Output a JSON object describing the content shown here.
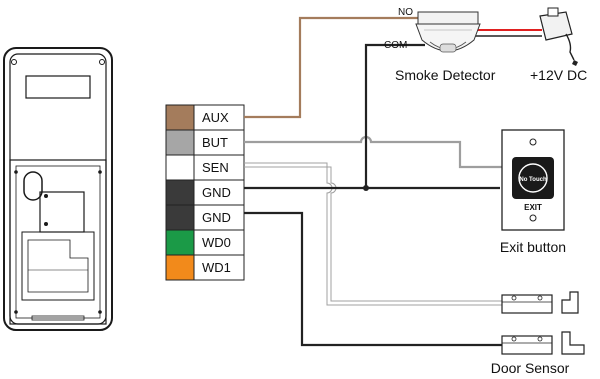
{
  "terminal_block": {
    "terminals": [
      {
        "label": "AUX",
        "color": "#a47c5c"
      },
      {
        "label": "BUT",
        "color": "#a6a6a6"
      },
      {
        "label": "SEN",
        "color": "#ffffff"
      },
      {
        "label": "GND",
        "color": "#3a3a3a"
      },
      {
        "label": "GND",
        "color": "#3a3a3a"
      },
      {
        "label": "WD0",
        "color": "#1b9a47"
      },
      {
        "label": "WD1",
        "color": "#f28a1b"
      }
    ]
  },
  "smoke_detector": {
    "label": "Smoke Detector",
    "no_label": "NO",
    "com_label": "COM"
  },
  "power_supply": {
    "label": "+12V DC"
  },
  "exit_button": {
    "label": "Exit button",
    "face_text": "No Touch",
    "exit_text": "EXIT"
  },
  "door_sensor": {
    "label": "Door Sensor"
  },
  "wire_colors": {
    "aux": "#a47c5c",
    "but": "#9e9e9e",
    "sen": "#a0a0a0",
    "gnd": "#222222",
    "power_red": "#e02020"
  }
}
